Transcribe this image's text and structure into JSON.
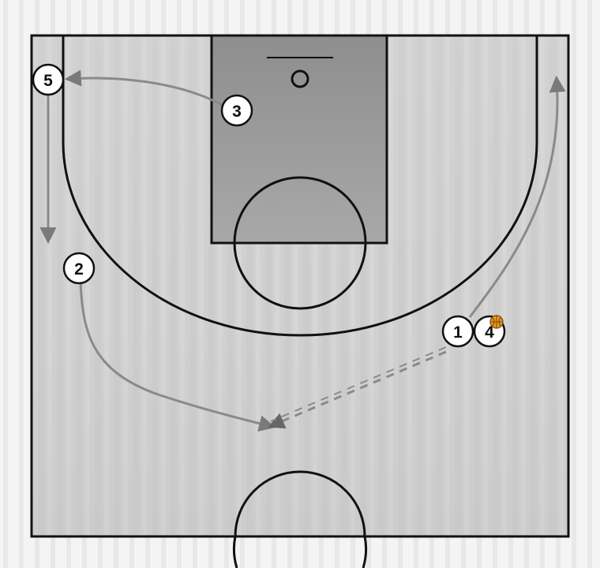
{
  "players": [
    {
      "id": "p1",
      "label": "1"
    },
    {
      "id": "p2",
      "label": "2"
    },
    {
      "id": "p3",
      "label": "3"
    },
    {
      "id": "p4",
      "label": "4"
    },
    {
      "id": "p5",
      "label": "5"
    }
  ],
  "ball_holder": "4",
  "colors": {
    "court_light": "#d9d9d9",
    "court_mid": "#c4c4c4",
    "paint": "#9a9a9a",
    "lines": "#111111",
    "movement": "#888888",
    "ball": "#e8961e"
  }
}
